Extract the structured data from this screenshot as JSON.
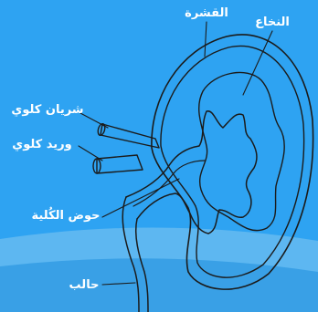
{
  "colors": {
    "background": "#2ea3f2",
    "band_light": "#6dbef0",
    "band_dark": "#1c8edc",
    "line": "#1b1b1b",
    "label": "#ffffff"
  },
  "labels": {
    "cortex": "القشرة",
    "medulla": "النخاع",
    "renal_artery": "شريان كلوي",
    "renal_vein": "وريد كلوي",
    "renal_pelvis": "حوض الكُلية",
    "ureter": "حالب"
  }
}
